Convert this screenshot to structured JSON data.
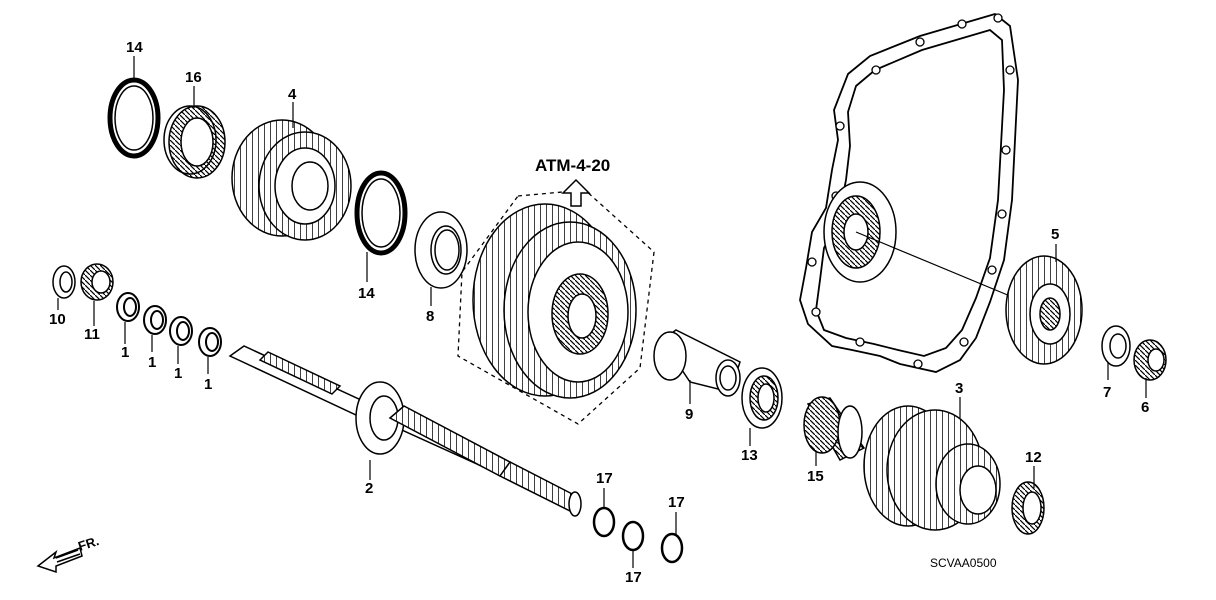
{
  "reference": "ATM-4-20",
  "diagram_code": "SCVAA0500",
  "direction_label": "FR.",
  "callouts": {
    "c14a": "14",
    "c16": "16",
    "c4": "4",
    "c14b": "14",
    "c8": "8",
    "c10": "10",
    "c11": "11",
    "c1a": "1",
    "c1b": "1",
    "c1c": "1",
    "c1d": "1",
    "c2": "2",
    "c17a": "17",
    "c17b": "17",
    "c17c": "17",
    "c9": "9",
    "c13": "13",
    "c15": "15",
    "c3": "3",
    "c12": "12",
    "c5": "5",
    "c7": "7",
    "c6": "6"
  }
}
